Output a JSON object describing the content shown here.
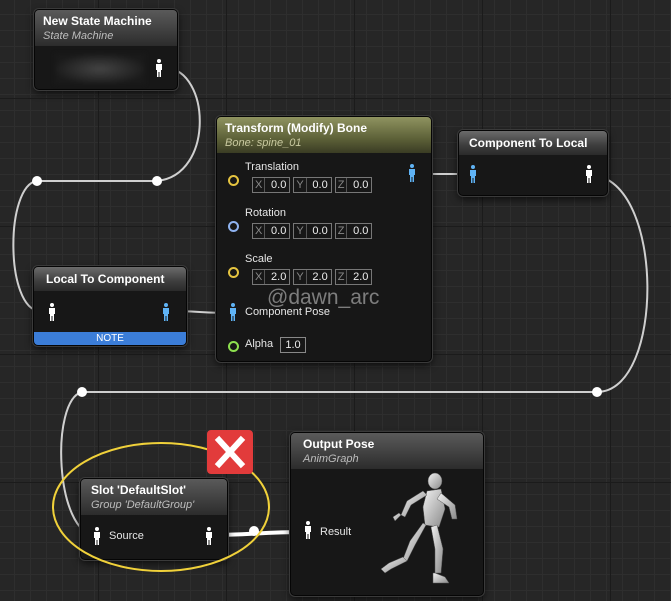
{
  "nodes": {
    "state_machine": {
      "title": "New State Machine",
      "subtitle": "State Machine"
    },
    "transform_bone": {
      "title": "Transform (Modify) Bone",
      "subtitle": "Bone: spine_01",
      "translation": {
        "label": "Translation",
        "x": "0.0",
        "y": "0.0",
        "z": "0.0"
      },
      "rotation": {
        "label": "Rotation",
        "x": "0.0",
        "y": "0.0",
        "z": "0.0"
      },
      "scale": {
        "label": "Scale",
        "x": "2.0",
        "y": "2.0",
        "z": "2.0"
      },
      "component_pose": "Component Pose",
      "alpha_label": "Alpha",
      "alpha_value": "1.0"
    },
    "component_to_local": {
      "title": "Component To Local"
    },
    "local_to_component": {
      "title": "Local To Component",
      "note": "NOTE"
    },
    "slot": {
      "title": "Slot 'DefaultSlot'",
      "subtitle": "Group 'DefaultGroup'",
      "source": "Source"
    },
    "output_pose": {
      "title": "Output Pose",
      "subtitle": "AnimGraph",
      "result": "Result"
    }
  },
  "axis_labels": {
    "x": "X",
    "y": "Y",
    "z": "Z"
  },
  "watermark": "@dawn_arc",
  "colors": {
    "header_default": "#3d3d3d",
    "header_transform": "#5d6138",
    "note_bar": "#3b7dd8",
    "highlight_circle": "#f0d13a",
    "remove_mark": "#e23b3b",
    "pose_pin": "#5fb3f5",
    "pose_pin_white": "#ffffff",
    "vector_pin": "#e5c440",
    "rotator_pin": "#8fb3f0",
    "float_pin": "#8de04f",
    "wire": "#d8d8d8"
  },
  "icons": {
    "pose_pin": "person-icon",
    "remove": "close-icon",
    "preview": "mannequin-preview"
  }
}
